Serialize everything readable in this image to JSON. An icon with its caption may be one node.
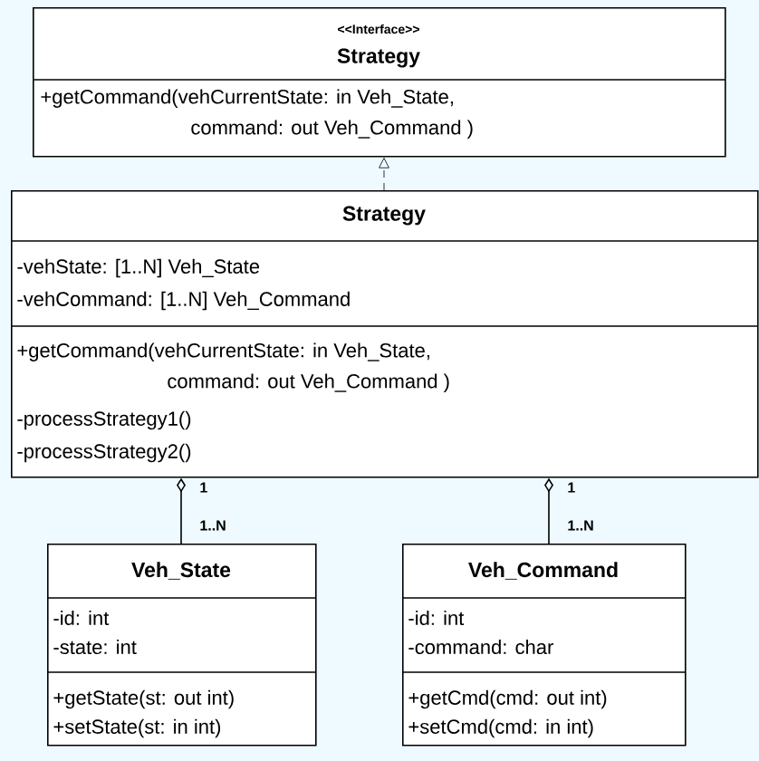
{
  "diagram": {
    "nodes": [
      {
        "text": [
          "<<Interface>>",
          "Strategy",
          "+getCommand(vehCurrentState: in Veh_State, command: out Veh_Command )"
        ]
      },
      {
        "text": [
          "Strategy",
          "-vehState: [1..N] Veh_State",
          "-vehCommand: [1..N] Veh_Command",
          "+getCommand(vehCurrentState: in Veh_State, command: out Veh_Command )",
          "-processStrategy1()",
          "-processStrategy2()"
        ]
      },
      {
        "text": [
          "Veh_State",
          "-id: int",
          "-state: int",
          "+getState(st: out int)",
          "+setState(st: in int)"
        ]
      },
      {
        "text": [
          "Veh_Command",
          "-id: int",
          "-command: char",
          "+getCmd(cmd: out int)",
          "+setCmd(cmd: in int)"
        ]
      }
    ],
    "edges": [
      {
        "from": 1,
        "to": 0,
        "arrow": "to",
        "style": "dashed"
      },
      {
        "from": 1,
        "to": 2,
        "arrow": "other"
      },
      {
        "from": 1,
        "to": 3,
        "arrow": "other"
      }
    ],
    "labels": [
      "1",
      "1..N",
      "1",
      "1..N"
    ]
  }
}
